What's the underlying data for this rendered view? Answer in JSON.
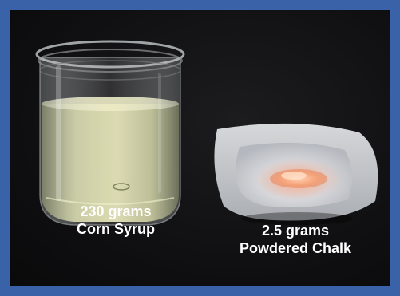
{
  "captions": {
    "syrup": {
      "line1": "230 grams",
      "line2": "Corn Syrup"
    },
    "chalk": {
      "line1": "2.5 grams",
      "line2": "Powdered Chalk"
    }
  },
  "colors": {
    "border": "#3a62a8",
    "background": "#0e0e10",
    "syrup": "#d8dc9a",
    "chalk": "#f5a878",
    "text": "#ffffff"
  }
}
